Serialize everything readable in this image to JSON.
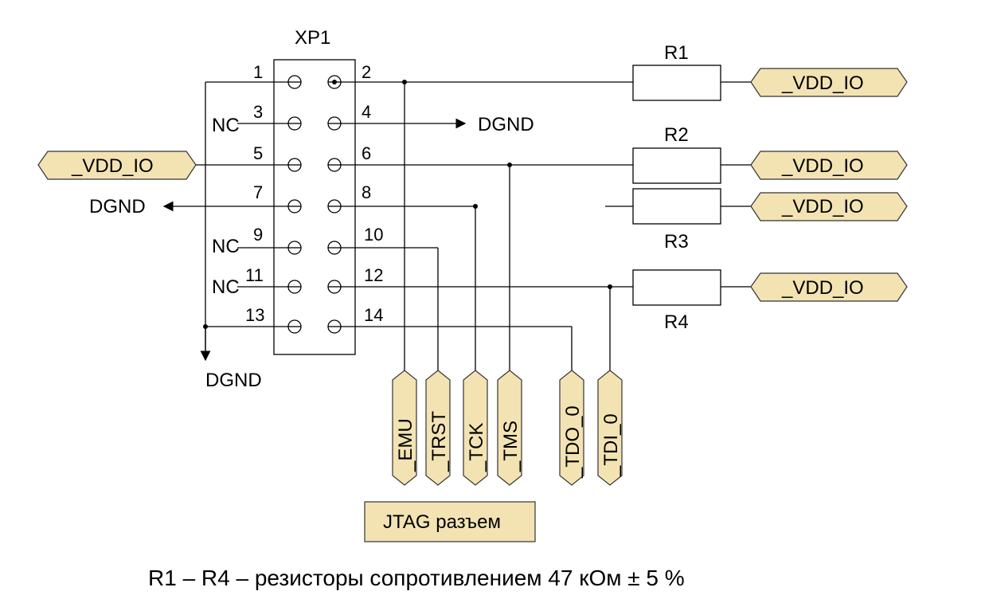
{
  "connector": {
    "ref": "XP1",
    "pins": [
      "1",
      "2",
      "3",
      "4",
      "5",
      "6",
      "7",
      "8",
      "9",
      "10",
      "11",
      "12",
      "13",
      "14"
    ]
  },
  "nc_label": "NC",
  "ground_label": "DGND",
  "vdd_label": "_VDD_IO",
  "resistors": [
    "R1",
    "R2",
    "R3",
    "R4"
  ],
  "signals": [
    "_EMU",
    "_TRST",
    "_TCK",
    "_TMS",
    "_TDO_0",
    "_TDI_0"
  ],
  "connector_caption": "JTAG разъем",
  "footnote": "R1 – R4 – резисторы сопротивлением 47 кОм ± 5 %",
  "colors": {
    "port_fill": "#f3e3b3",
    "line": "#000000"
  }
}
